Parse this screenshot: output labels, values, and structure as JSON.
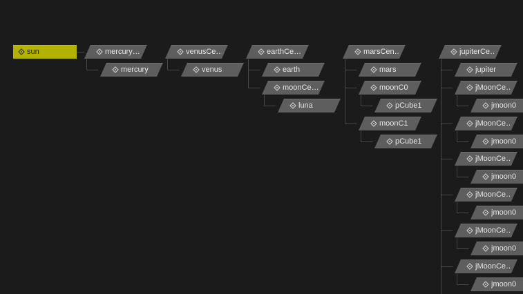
{
  "outliner": {
    "nodes": [
      {
        "id": "sun",
        "label": "sun",
        "selected": true,
        "icon": "transform-node-icon"
      },
      {
        "id": "mercuryCenter",
        "label": "mercury…",
        "icon": "transform-node-icon"
      },
      {
        "id": "mercury",
        "label": "mercury",
        "icon": "transform-node-icon"
      },
      {
        "id": "venusCenter",
        "label": "venusCe…",
        "icon": "transform-node-icon"
      },
      {
        "id": "venus",
        "label": "venus",
        "icon": "transform-node-icon"
      },
      {
        "id": "earthCenter",
        "label": "earthCe…",
        "icon": "transform-node-icon"
      },
      {
        "id": "earth",
        "label": "earth",
        "icon": "transform-node-icon"
      },
      {
        "id": "moonCenter",
        "label": "moonCe…",
        "icon": "transform-node-icon"
      },
      {
        "id": "luna",
        "label": "luna",
        "icon": "transform-node-icon"
      },
      {
        "id": "marsCenter",
        "label": "marsCen…",
        "icon": "transform-node-icon"
      },
      {
        "id": "mars",
        "label": "mars",
        "icon": "transform-node-icon"
      },
      {
        "id": "moonC0",
        "label": "moonC0",
        "icon": "transform-node-icon"
      },
      {
        "id": "pCube1a",
        "label": "pCube1",
        "icon": "transform-node-icon"
      },
      {
        "id": "moonC1",
        "label": "moonC1",
        "icon": "transform-node-icon"
      },
      {
        "id": "pCube1b",
        "label": "pCube1",
        "icon": "transform-node-icon"
      },
      {
        "id": "jupiterCenter",
        "label": "jupiterCe…",
        "icon": "transform-node-icon"
      },
      {
        "id": "jupiter",
        "label": "jupiter",
        "icon": "transform-node-icon"
      },
      {
        "id": "jMoonCenter0",
        "label": "jMoonCe…",
        "icon": "transform-node-icon"
      },
      {
        "id": "jmoon0_0",
        "label": "jmoon0",
        "icon": "transform-node-icon"
      },
      {
        "id": "jMoonCenter1",
        "label": "jMoonCe…",
        "icon": "transform-node-icon"
      },
      {
        "id": "jmoon0_1",
        "label": "jmoon0",
        "icon": "transform-node-icon"
      },
      {
        "id": "jMoonCenter2",
        "label": "jMoonCe…",
        "icon": "transform-node-icon"
      },
      {
        "id": "jmoon0_2",
        "label": "jmoon0",
        "icon": "transform-node-icon"
      },
      {
        "id": "jMoonCenter3",
        "label": "jMoonCe…",
        "icon": "transform-node-icon"
      },
      {
        "id": "jmoon0_3",
        "label": "jmoon0",
        "icon": "transform-node-icon"
      },
      {
        "id": "jMoonCenter4",
        "label": "jMoonCe…",
        "icon": "transform-node-icon"
      },
      {
        "id": "jmoon0_4",
        "label": "jmoon0",
        "icon": "transform-node-icon"
      },
      {
        "id": "jMoonCenter5",
        "label": "jMoonCe…",
        "icon": "transform-node-icon"
      },
      {
        "id": "jmoon0_5",
        "label": "jmoon0",
        "icon": "transform-node-icon"
      }
    ]
  },
  "colors": {
    "background": "#1b1b1b",
    "node_fill": "#5e5e5e",
    "node_selected_fill": "#b2b200",
    "node_text": "#e6e6e6",
    "wire": "#4a4a4a"
  }
}
